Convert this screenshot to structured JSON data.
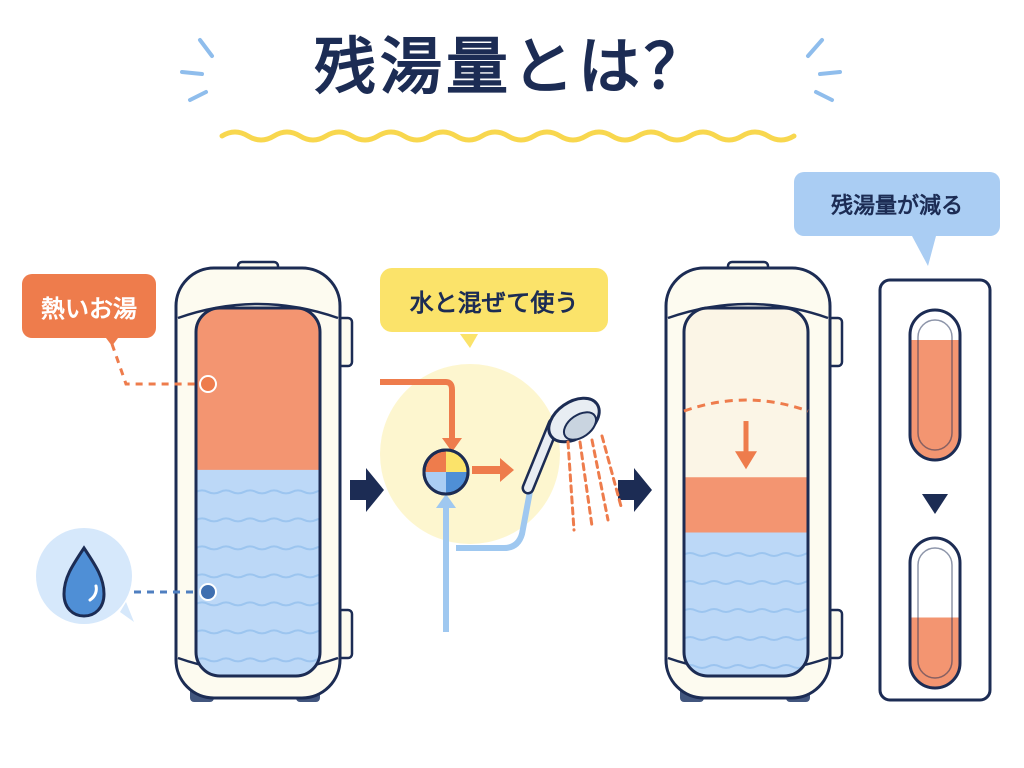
{
  "title": "残湯量とは？",
  "labels": {
    "hot_water": "熱いお湯",
    "mix_with_water": "水と混ぜて使う",
    "remaining_decreases": "残湯量が減る"
  },
  "icons": {
    "water_drop": "water-drop-icon",
    "shower": "shower-head-icon",
    "mixing_valve": "mixing-valve-icon",
    "arrow_right": "arrow-right-icon",
    "arrow_down": "arrow-down-icon"
  },
  "gauge": {
    "before_level": 0.8,
    "after_level": 0.47
  },
  "tank_levels": {
    "before_hot_fraction": 0.44,
    "after_hot_fraction": 0.15,
    "after_empty_fraction": 0.46
  },
  "colors": {
    "navy": "#1c2c54",
    "hot": "#f39571",
    "hot_strong": "#ee7c4c",
    "cold": "#bcd8f7",
    "cold_line": "#8fbdec",
    "yellow": "#fbe36a",
    "yellow_soft": "#fdf6cf",
    "light_blue": "#aacdf3",
    "tank_shell": "#fdfbf0",
    "tank_empty": "#fbf5e6"
  }
}
